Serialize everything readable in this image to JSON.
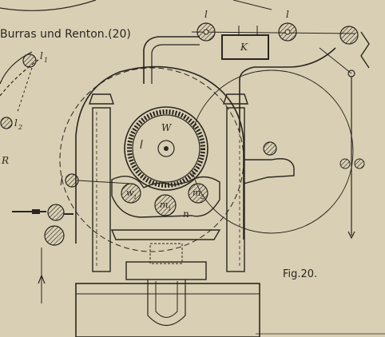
{
  "diagram": {
    "caption_fragment": "Burras und Renton.(20)",
    "figure_label": "Fig.20.",
    "labels": {
      "l_left": "l",
      "l_right": "l",
      "l1": "l",
      "l1_sub": "1",
      "l2": "l",
      "l2_sub": "2",
      "box_k": "K",
      "drum_w": "W",
      "roller_w1": "w",
      "roller_w1_sub": "1",
      "roller_m1": "m",
      "roller_m1_sub": "1",
      "roller_m2": "m",
      "roller_m2_sub": "2",
      "letter_n": "n",
      "letter_r_partial": "R"
    },
    "colors": {
      "paper": "#d9cfb4",
      "ink": "#2b2620"
    }
  }
}
